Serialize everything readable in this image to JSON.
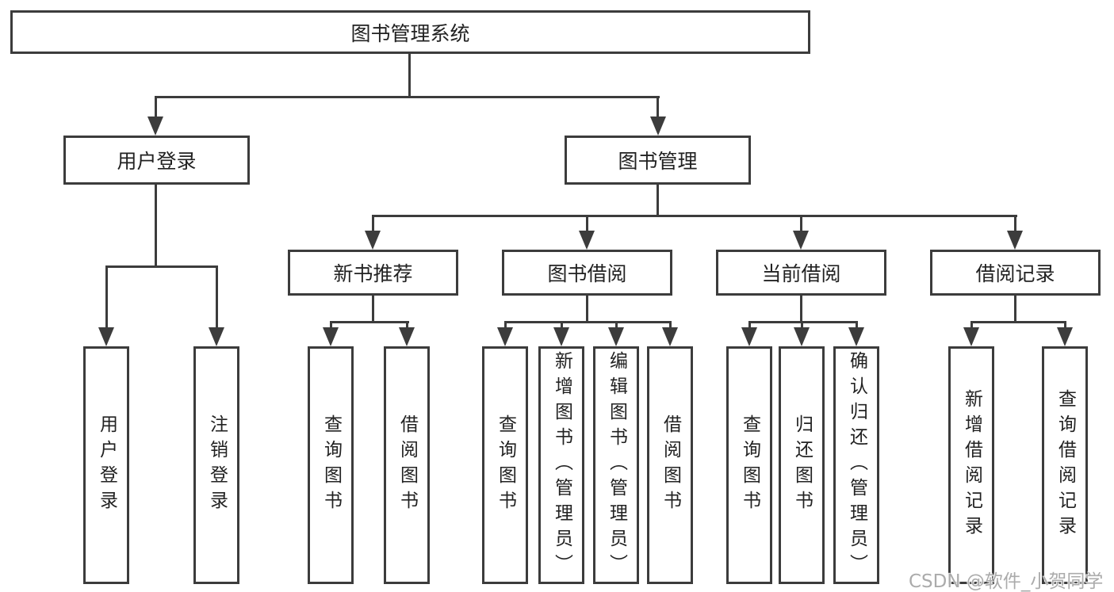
{
  "diagram": {
    "root": {
      "label": "图书管理系统"
    },
    "branches": [
      {
        "label": "用户登录",
        "children": [
          {
            "label": "用户登录"
          },
          {
            "label": "注销登录"
          }
        ]
      },
      {
        "label": "图书管理",
        "children": [
          {
            "label": "新书推荐",
            "children": [
              {
                "label": "查询图书"
              },
              {
                "label": "借阅图书"
              }
            ]
          },
          {
            "label": "图书借阅",
            "children": [
              {
                "label": "查询图书"
              },
              {
                "label": "新增图书（管理员）"
              },
              {
                "label": "编辑图书（管理员）"
              },
              {
                "label": "借阅图书"
              }
            ]
          },
          {
            "label": "当前借阅",
            "children": [
              {
                "label": "查询图书"
              },
              {
                "label": "归还图书"
              },
              {
                "label": "确认归还（管理员）"
              }
            ]
          },
          {
            "label": "借阅记录",
            "children": [
              {
                "label": "新增借阅记录"
              },
              {
                "label": "查询借阅记录"
              }
            ]
          }
        ]
      }
    ]
  },
  "watermark": {
    "text": "CSDN @软件_小贺同学"
  },
  "colors": {
    "line": "#3c3c3c",
    "text": "#222222",
    "watermark": "#ababab",
    "background": "#ffffff"
  }
}
